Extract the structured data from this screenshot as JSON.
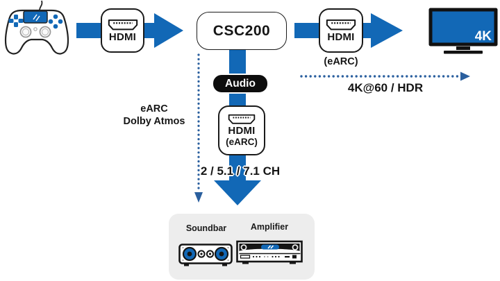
{
  "colors": {
    "flow_blue": "#1268b6",
    "dotted_blue": "#2a5f9e",
    "device_ink": "#151515",
    "panel_gray": "#ededed",
    "tv_screen_blue": "#1268b6"
  },
  "flow": {
    "input_badge": {
      "label": "HDMI"
    },
    "converter_label": "CSC200",
    "output_badge": {
      "label": "HDMI",
      "caption": "(eARC)"
    },
    "tv_label": "4K",
    "video_spec": "4K@60 / HDR"
  },
  "audio": {
    "tag": "Audio",
    "badge": {
      "label": "HDMI",
      "sublabel": "(eARC)"
    },
    "earc_note": {
      "line1": "eARC",
      "line2": "Dolby Atmos"
    },
    "channels": "2 / 5.1 / 7.1 CH",
    "devices": {
      "soundbar": "Soundbar",
      "amplifier": "Amplifier"
    }
  }
}
